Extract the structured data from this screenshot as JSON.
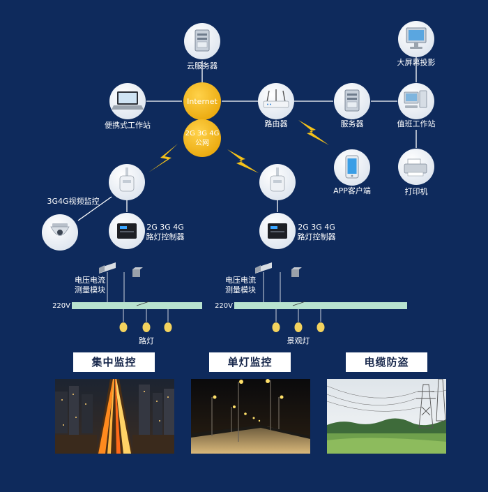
{
  "colors": {
    "background": "#0e2a5c",
    "hub": "#f5b815",
    "line": "#ffffff",
    "busbar": "#b8e3cf",
    "bolt": "#f5c21a",
    "bulb": "#f4d35e"
  },
  "nodes": {
    "cloud_server": {
      "label": "云服务器",
      "icon": "server-icon"
    },
    "internet": {
      "label": "Internet"
    },
    "public_network": {
      "line1": "2G 3G 4G",
      "line2": "公网"
    },
    "laptop": {
      "label": "便携式工作站",
      "icon": "laptop-icon"
    },
    "router": {
      "label": "路由器",
      "icon": "router-icon"
    },
    "server": {
      "label": "服务器",
      "icon": "server-icon"
    },
    "duty_workstation": {
      "label": "值班工作站",
      "icon": "workstation-icon"
    },
    "big_screen": {
      "label": "大屏幕投影",
      "icon": "monitor-icon"
    },
    "app_client": {
      "label": "APP客户端",
      "icon": "phone-icon"
    },
    "printer": {
      "label": "打印机",
      "icon": "printer-icon"
    },
    "video_monitor": {
      "label": "3G4G视频监控",
      "icon": "antenna-icon"
    },
    "camera": {
      "icon": "dome-camera-icon"
    },
    "controller_left": {
      "line1": "2G 3G 4G",
      "line2": "路灯控制器",
      "icon": "controller-icon"
    },
    "antenna_right": {
      "icon": "antenna-icon"
    },
    "controller_right": {
      "line1": "2G 3G 4G",
      "line2": "路灯控制器",
      "icon": "controller-icon"
    }
  },
  "circuits": [
    {
      "module_line1": "电压电流",
      "module_line2": "测量模块",
      "voltage": "220V",
      "lamp_label": "路灯"
    },
    {
      "module_line1": "电压电流",
      "module_line2": "测量模块",
      "voltage": "220V",
      "lamp_label": "景观灯"
    }
  ],
  "categories": [
    {
      "label": "集中监控",
      "photo": "city-night-aerial"
    },
    {
      "label": "单灯监控",
      "photo": "street-lights-night"
    },
    {
      "label": "电缆防盗",
      "photo": "power-lines-field"
    }
  ]
}
